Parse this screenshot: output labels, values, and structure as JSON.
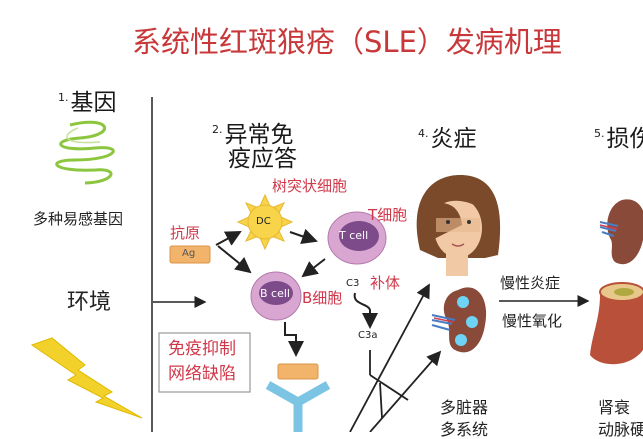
{
  "title": "系统性红斑狼疮（SLE）发病机理",
  "colors": {
    "title": "#c8383a",
    "red_label": "#d0384a",
    "antigen": "#f2b36b",
    "antibody": "#7cc4e4",
    "cell": "#d9a6d2",
    "nucleus": "#7d4b8a",
    "dc": "#f7d44a",
    "lightning": "#f2d22a"
  },
  "section1": {
    "num": "1.",
    "title": "基因",
    "gene_label": "多种易感基因",
    "env_label": "环境",
    "gene_icon": "dna-coil",
    "env_icon": "lightning-bolt"
  },
  "section2": {
    "num": "2.",
    "title_line1": "异常免",
    "title_line2": "疫应答",
    "dc_label": "树突状细胞",
    "dc_text": "DC",
    "antigen_label": "抗原",
    "antigen_text": "Ag",
    "tcell_label": "T细胞",
    "tcell_text": "T cell",
    "bcell_label": "B细胞",
    "bcell_text": "B cell",
    "c3": "C3",
    "complement_label": "补体",
    "c3a": "C3a",
    "defect_line1": "免疫抑制",
    "defect_line2": "网络缺陷"
  },
  "section4": {
    "num": "4.",
    "title": "炎症",
    "organ_line1": "多脏器",
    "organ_line2": "多系统",
    "chronic1": "慢性炎症",
    "chronic2": "慢性氧化"
  },
  "section5": {
    "num": "5.",
    "title": "损伤",
    "damage_line1": "肾衰",
    "damage_line2": "动脉硬化"
  }
}
